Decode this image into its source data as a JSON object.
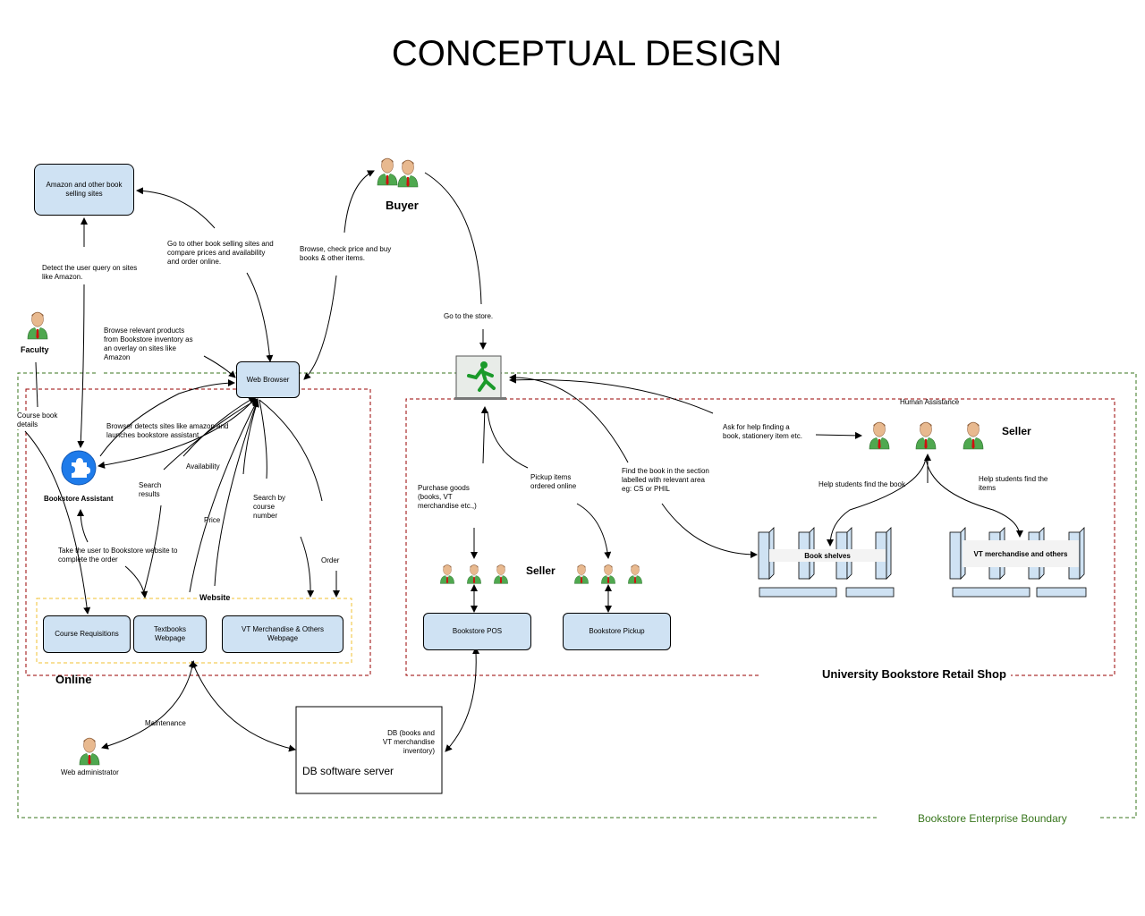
{
  "title": "CONCEPTUAL DESIGN",
  "boundary": {
    "label": "Bookstore Enterprise Boundary",
    "color": "#38761d"
  },
  "regions": {
    "online": "Online",
    "retail": "University Bookstore Retail Shop",
    "website": "Website"
  },
  "actors": {
    "buyer": "Buyer",
    "faculty": "Faculty",
    "web_admin": "Web administrator",
    "bookstore_assistant": "Bookstore Assistant",
    "seller_pos": "Seller",
    "seller_store": "Seller",
    "human_assistance": "Human Assistance"
  },
  "boxes": {
    "amazon": "Amazon and other book selling sites",
    "web_browser": "Web Browser",
    "course_requisitions": "Course Requisitions",
    "textbooks": "Textbooks Webpage",
    "vt_merch": "VT Merchandise & Others Webpage",
    "pos": "Bookstore POS",
    "pickup": "Bookstore Pickup",
    "db": "DB software server",
    "db_note": "DB (books and\nVT merchandise\ninventory)",
    "book_shelves": "Book shelves",
    "vt_merch_shelves": "VT merchandise and others"
  },
  "edge_labels": {
    "detect_query": "Detect the user query on sites\nlike Amazon.",
    "go_other_sites": "Go to other book selling sites and\ncompare prices and availability\nand order online.",
    "browse_check": "Browse, check price and buy\nbooks & other items.",
    "go_store": "Go to the store.",
    "browse_relevant": "Browse relevant products\nfrom Bookstore inventory as\nan overlay on sites like\nAmazon",
    "course_book": "Course book\ndetails",
    "browser_detects": "Browser detects sites like amazon and\nlaunches bookstore assistant",
    "availability": "Availability",
    "search_results": "Search\nresults",
    "price": "Price",
    "search_course": "Search by\ncourse\nnumber",
    "take_user": "Take the user to Bookstore website to\ncomplete the order",
    "order": "Order",
    "maintenance": "Maintenance",
    "purchase_goods": "Purchase goods\n(books, VT\nmerchandise etc.,)",
    "pickup_items": "Pickup items\nordered online",
    "find_book": "Find the book in the section\nlabelled with relevant area\neg: CS or PHIL",
    "ask_help": "Ask for help finding a\nbook, stationery item etc.",
    "help_find_book": "Help students find the book",
    "help_find_items": "Help students find the\nitems"
  },
  "colors": {
    "box_fill": "#cfe2f3",
    "online_border": "#990000",
    "website_border": "#f1c232",
    "exit_green": "#1a9a2a"
  },
  "icons": [
    "person-icon",
    "puzzle-icon",
    "database-icon",
    "exit-sign-icon",
    "bookshelf-icon"
  ]
}
